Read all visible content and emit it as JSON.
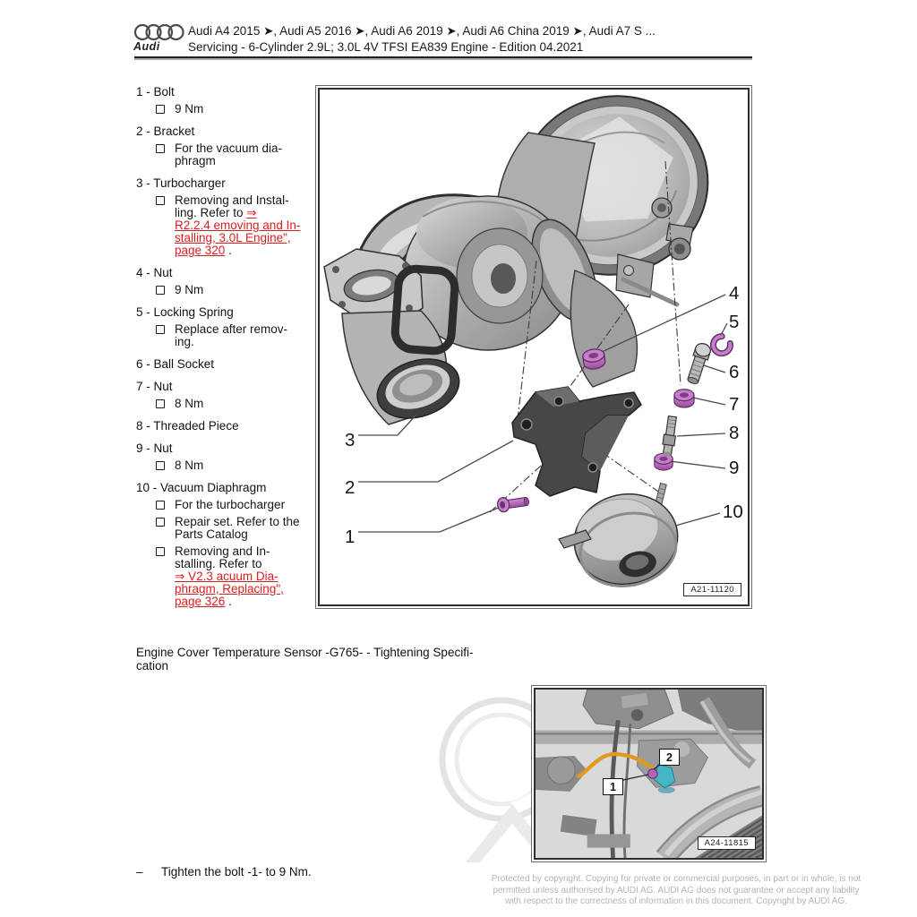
{
  "header": {
    "brand": "Audi",
    "line1": "Audi A4 2015 ➤, Audi A5 2016 ➤, Audi A6 2019 ➤, Audi A6 China 2019 ➤, Audi A7 S ...",
    "line2": "Servicing - 6-Cylinder 2.9L; 3.0L 4V TFSI EA839 Engine - Edition 04.2021"
  },
  "parts_list": [
    {
      "term": "1 - Bolt",
      "notes": [
        [
          {
            "t": "9 Nm"
          }
        ]
      ]
    },
    {
      "term": "2 - Bracket",
      "notes": [
        [
          {
            "t": "For the vacuum dia-\nphragm"
          }
        ]
      ]
    },
    {
      "term": "3 - Turbocharger",
      "notes": [
        [
          {
            "t": "Removing and Instal-\nling. Refer to "
          },
          {
            "t": "⇒\nR2.2.4 emoving and In-\nstalling, 3.0L Engine\",\npage 320",
            "link": true
          },
          {
            "t": " ."
          }
        ]
      ]
    },
    {
      "term": "4 - Nut",
      "notes": [
        [
          {
            "t": "9 Nm"
          }
        ]
      ]
    },
    {
      "term": "5 - Locking Spring",
      "notes": [
        [
          {
            "t": "Replace after remov-\ning."
          }
        ]
      ]
    },
    {
      "term": "6 - Ball Socket",
      "notes": []
    },
    {
      "term": "7 - Nut",
      "notes": [
        [
          {
            "t": "8 Nm"
          }
        ]
      ]
    },
    {
      "term": "8 - Threaded Piece",
      "notes": []
    },
    {
      "term": "9 - Nut",
      "notes": [
        [
          {
            "t": "8 Nm"
          }
        ]
      ]
    },
    {
      "term": "10 - Vacuum Diaphragm",
      "notes": [
        [
          {
            "t": "For the turbocharger"
          }
        ],
        [
          {
            "t": "Repair set. Refer to the\nParts Catalog"
          }
        ],
        [
          {
            "t": "Removing and In-\nstalling. Refer to\n"
          },
          {
            "t": "⇒ V2.3 acuum Dia-\nphragm, Replacing\",\npage 326",
            "link": true
          },
          {
            "t": " ."
          }
        ]
      ]
    }
  ],
  "figure1": {
    "label": "A21-11120",
    "callouts": [
      "1",
      "2",
      "3",
      "4",
      "5",
      "6",
      "7",
      "8",
      "9",
      "10"
    ]
  },
  "section_heading": "Engine Cover Temperature Sensor -G765- - Tightening Specifi-\ncation",
  "figure2": {
    "label": "A24-11815",
    "callouts": [
      "1",
      "2"
    ]
  },
  "instruction": {
    "bullet": "–",
    "text": "Tighten the bolt -1- to 9 Nm."
  },
  "footer": {
    "lines": [
      "Protected by copyright. Copying for private or commercial purposes, in part or in whole, is not",
      "permitted unless authorised by AUDI AG. AUDI AG does not guarantee or accept any liability",
      "with respect to the correctness of information in this document. Copyright by AUDI AG."
    ]
  },
  "colors": {
    "link_red": "#d81e1e",
    "fastener_purple": "#b464b8",
    "cable_orange": "#e09a1e",
    "sensor_teal": "#45b6c6"
  }
}
